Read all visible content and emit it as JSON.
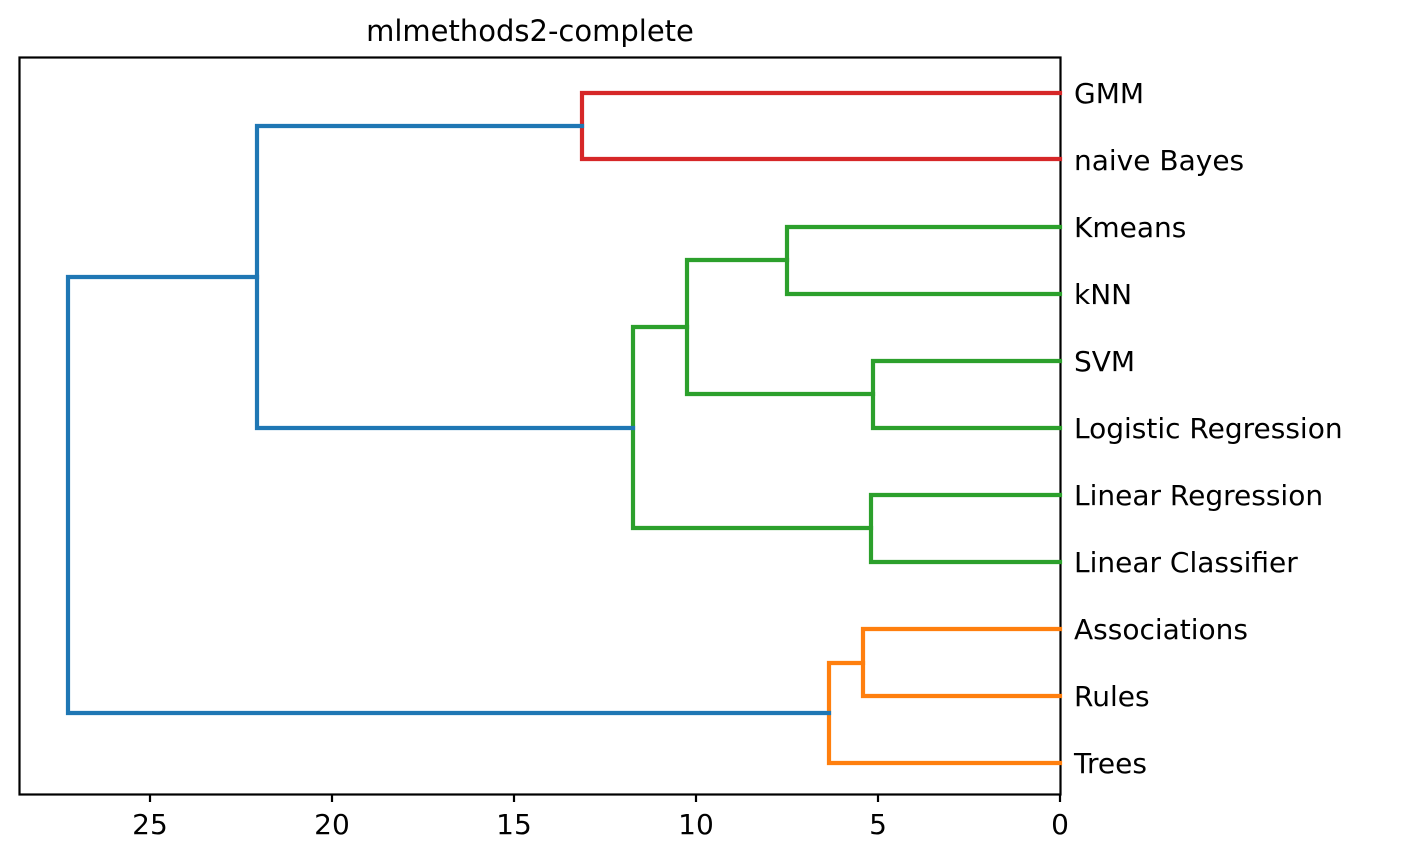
{
  "chart_data": {
    "type": "dendrogram",
    "title": "mlmethods2-complete",
    "xlabel": "",
    "ylabel": "",
    "orientation": "right",
    "axis_inverted": true,
    "xlim": [
      27.9,
      0
    ],
    "xticks": [
      25,
      20,
      15,
      10,
      5,
      0
    ],
    "xtick_labels": [
      "25",
      "20",
      "15",
      "10",
      "5",
      "0"
    ],
    "grid": false,
    "legend": "none",
    "leaves": [
      "GMM",
      "naive Bayes",
      "Kmeans",
      "kNN",
      "SVM",
      "Logistic Regression",
      "Linear Regression",
      "Linear Classifier",
      "Associations",
      "Rules",
      "Trees"
    ],
    "link_colors": {
      "above_threshold": "#1f77b4",
      "cluster_1": "#d62728",
      "cluster_2": "#2ca02c",
      "cluster_3": "#ff7f0e"
    },
    "links": [
      {
        "id": "L1",
        "color": "#d62728",
        "merge_distance": 13.1,
        "members": [
          "GMM",
          "naive Bayes"
        ]
      },
      {
        "id": "L2",
        "color": "#2ca02c",
        "merge_distance": 7.5,
        "members": [
          "Kmeans",
          "kNN"
        ]
      },
      {
        "id": "L3",
        "color": "#2ca02c",
        "merge_distance": 5.1,
        "members": [
          "SVM",
          "Logistic Regression"
        ]
      },
      {
        "id": "L4",
        "color": "#2ca02c",
        "merge_distance": 10.2,
        "members": [
          "Kmeans",
          "kNN",
          "SVM",
          "Logistic Regression"
        ]
      },
      {
        "id": "L5",
        "color": "#2ca02c",
        "merge_distance": 5.2,
        "members": [
          "Linear Regression",
          "Linear Classifier"
        ]
      },
      {
        "id": "L6",
        "color": "#2ca02c",
        "merge_distance": 11.7,
        "members": [
          "Kmeans",
          "kNN",
          "SVM",
          "Logistic Regression",
          "Linear Regression",
          "Linear Classifier"
        ]
      },
      {
        "id": "L7",
        "color": "#ff7f0e",
        "merge_distance": 5.4,
        "members": [
          "Associations",
          "Rules"
        ]
      },
      {
        "id": "L8",
        "color": "#ff7f0e",
        "merge_distance": 6.3,
        "members": [
          "Associations",
          "Rules",
          "Trees"
        ]
      },
      {
        "id": "L9",
        "color": "#1f77b4",
        "merge_distance": 22.1,
        "members": [
          "GMM",
          "naive Bayes",
          "Kmeans",
          "kNN",
          "SVM",
          "Logistic Regression",
          "Linear Regression",
          "Linear Classifier"
        ]
      },
      {
        "id": "L10",
        "color": "#1f77b4",
        "merge_distance": 27.2,
        "members": [
          "all"
        ]
      }
    ]
  },
  "axis": {
    "ticks": [
      {
        "label": "25",
        "value": 25
      },
      {
        "label": "20",
        "value": 20
      },
      {
        "label": "15",
        "value": 15
      },
      {
        "label": "10",
        "value": 10
      },
      {
        "label": "5",
        "value": 5
      },
      {
        "label": "0",
        "value": 0
      }
    ]
  },
  "title": "mlmethods2-complete",
  "colors": {
    "blue": "#1f77b4",
    "red": "#d62728",
    "green": "#2ca02c",
    "orange": "#ff7f0e",
    "axis": "#000000",
    "background": "#ffffff"
  }
}
